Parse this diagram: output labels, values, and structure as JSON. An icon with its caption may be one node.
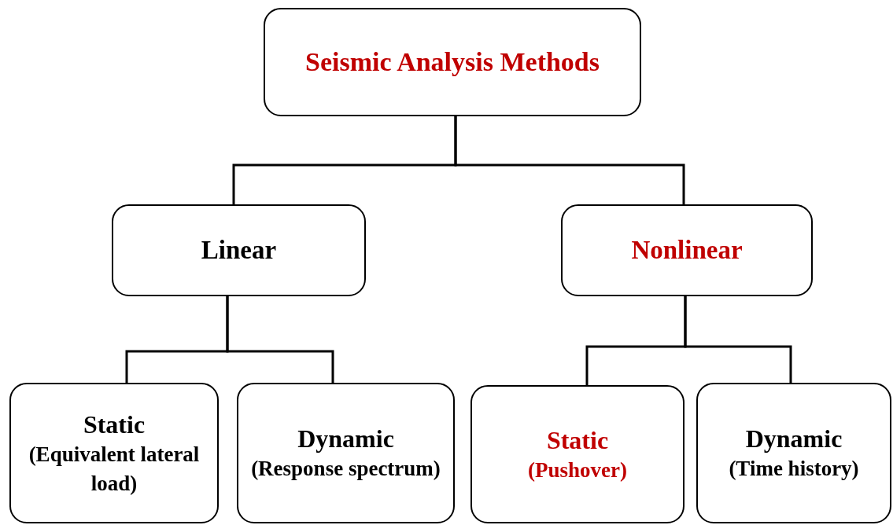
{
  "diagram": {
    "nodes": [
      {
        "text": [
          "Seismic Analysis Methods"
        ]
      },
      {
        "text": [
          "Linear"
        ]
      },
      {
        "text": [
          "Nonlinear"
        ]
      },
      {
        "text": [
          "Static",
          "(Equivalent lateral load)"
        ]
      },
      {
        "text": [
          "Dynamic",
          "(Response spectrum)"
        ]
      },
      {
        "text": [
          "Static",
          "(Pushover)"
        ]
      },
      {
        "text": [
          "Dynamic",
          "(Time history)"
        ]
      }
    ],
    "edges": [
      {
        "from": 0,
        "to": 1,
        "arrow": "none"
      },
      {
        "from": 0,
        "to": 2,
        "arrow": "none"
      },
      {
        "from": 1,
        "to": 3,
        "arrow": "none"
      },
      {
        "from": 1,
        "to": 4,
        "arrow": "none"
      },
      {
        "from": 2,
        "to": 5,
        "arrow": "none"
      },
      {
        "from": 2,
        "to": 6,
        "arrow": "none"
      }
    ]
  }
}
